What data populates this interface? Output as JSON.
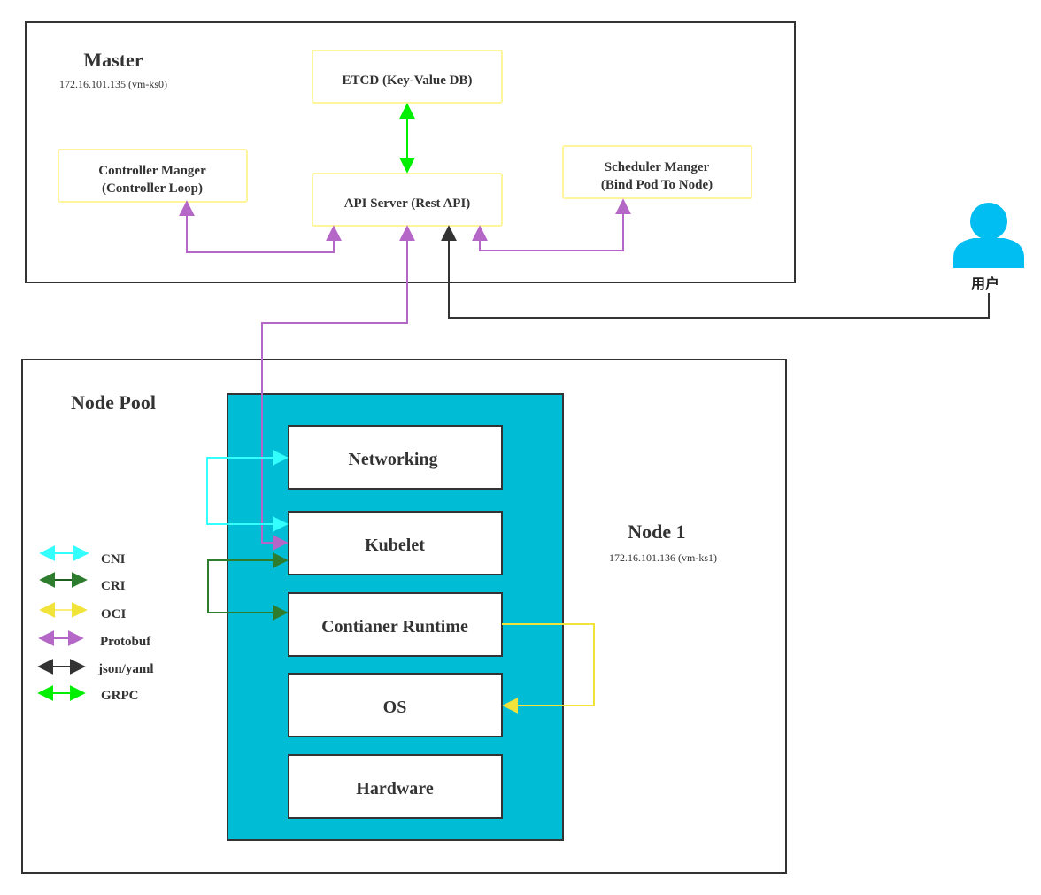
{
  "master": {
    "title": "Master",
    "ip": "172.16.101.135 (vm-ks0)",
    "etcd": "ETCD (Key-Value DB)",
    "api_server": "API Server (Rest API)",
    "controller": {
      "line1": "Controller Manger",
      "line2": "(Controller Loop)"
    },
    "scheduler": {
      "line1": "Scheduler Manger",
      "line2": "(Bind Pod To Node)"
    }
  },
  "user": {
    "label": "用户"
  },
  "node_pool": {
    "title": "Node Pool",
    "node": {
      "title": "Node 1",
      "ip": "172.16.101.136 (vm-ks1)",
      "components": [
        "Networking",
        "Kubelet",
        "Contianer Runtime",
        "OS",
        "Hardware"
      ]
    }
  },
  "legend": [
    {
      "label": "CNI",
      "color": "#33ffff"
    },
    {
      "label": "CRI",
      "color": "#1e5e1e"
    },
    {
      "label": "OCI",
      "color": "#ffee77"
    },
    {
      "label": "Protobuf",
      "color": "#b467c6"
    },
    {
      "label": "json/yaml",
      "color": "#333333"
    },
    {
      "label": "GRPC",
      "color": "#00ee00"
    }
  ],
  "colors": {
    "node_fill": "#00bcd4",
    "yellow_box": "#fff59d",
    "user_icon": "#00bef2",
    "master_link": "#00ee00",
    "proto": "#b467c6",
    "cni": "#33ffff",
    "cri": "#2e7d2e",
    "oci": "#f2e33b",
    "json": "#333333"
  }
}
